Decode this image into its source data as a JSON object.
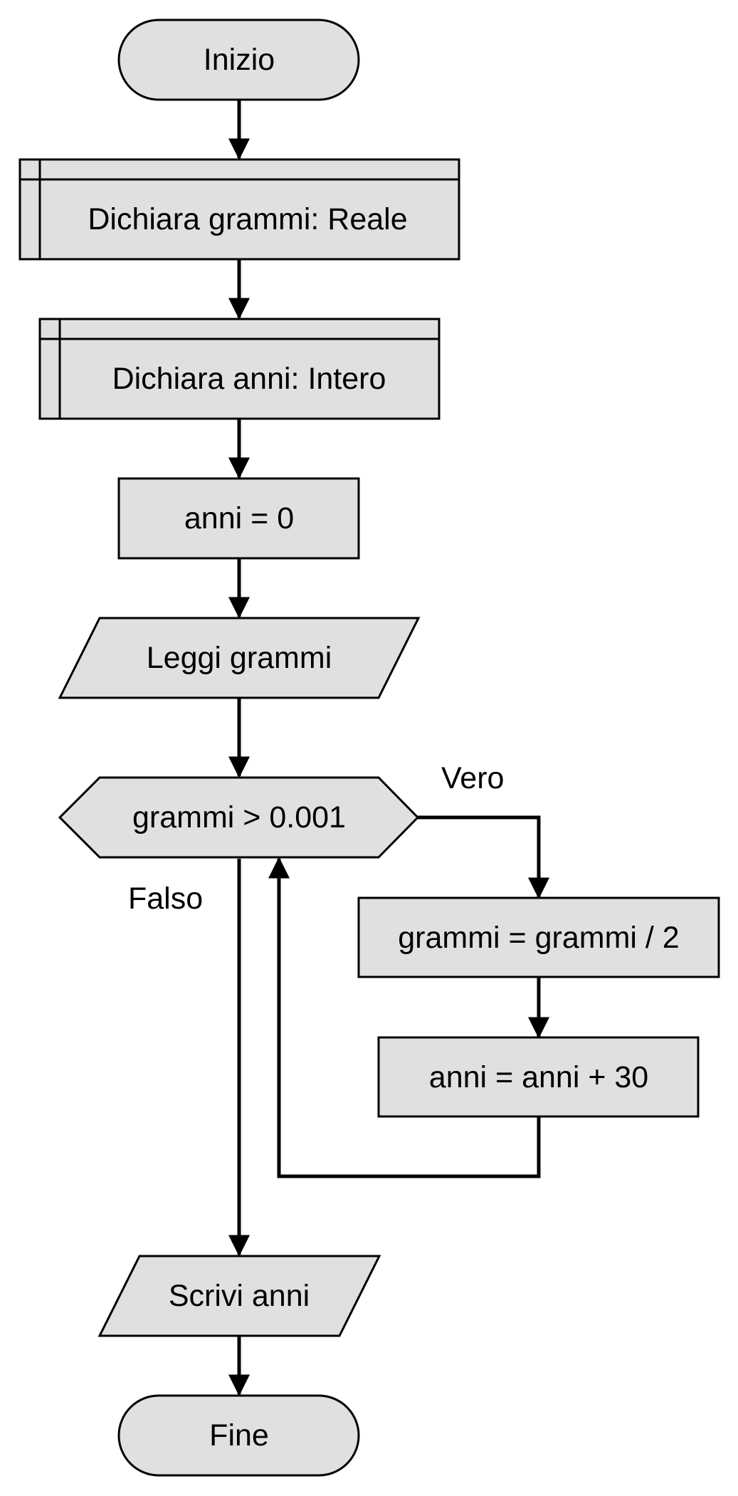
{
  "colors": {
    "node_fill": "#e0e0e0",
    "stroke": "#000000",
    "background": "#ffffff"
  },
  "nodes": {
    "start": {
      "label": "Inizio",
      "shape": "terminal"
    },
    "declare_grams": {
      "label": "Dichiara grammi: Reale",
      "shape": "predefined-process"
    },
    "declare_years": {
      "label": "Dichiara anni: Intero",
      "shape": "predefined-process"
    },
    "init_years": {
      "label": "anni = 0",
      "shape": "process"
    },
    "read_grams": {
      "label": "Leggi grammi",
      "shape": "input-output"
    },
    "condition": {
      "label": "grammi > 0.001",
      "shape": "decision"
    },
    "halve_grams": {
      "label": "grammi = grammi / 2",
      "shape": "process"
    },
    "add_years": {
      "label": "anni = anni + 30",
      "shape": "process"
    },
    "write_years": {
      "label": "Scrivi anni",
      "shape": "input-output"
    },
    "end": {
      "label": "Fine",
      "shape": "terminal"
    }
  },
  "branches": {
    "true_label": "Vero",
    "false_label": "Falso"
  },
  "edges": [
    {
      "from": "start",
      "to": "declare_grams"
    },
    {
      "from": "declare_grams",
      "to": "declare_years"
    },
    {
      "from": "declare_years",
      "to": "init_years"
    },
    {
      "from": "init_years",
      "to": "read_grams"
    },
    {
      "from": "read_grams",
      "to": "condition"
    },
    {
      "from": "condition",
      "to": "halve_grams",
      "branch": "Vero"
    },
    {
      "from": "halve_grams",
      "to": "add_years"
    },
    {
      "from": "add_years",
      "to": "condition",
      "kind": "loop-back"
    },
    {
      "from": "condition",
      "to": "write_years",
      "branch": "Falso"
    },
    {
      "from": "write_years",
      "to": "end"
    }
  ]
}
